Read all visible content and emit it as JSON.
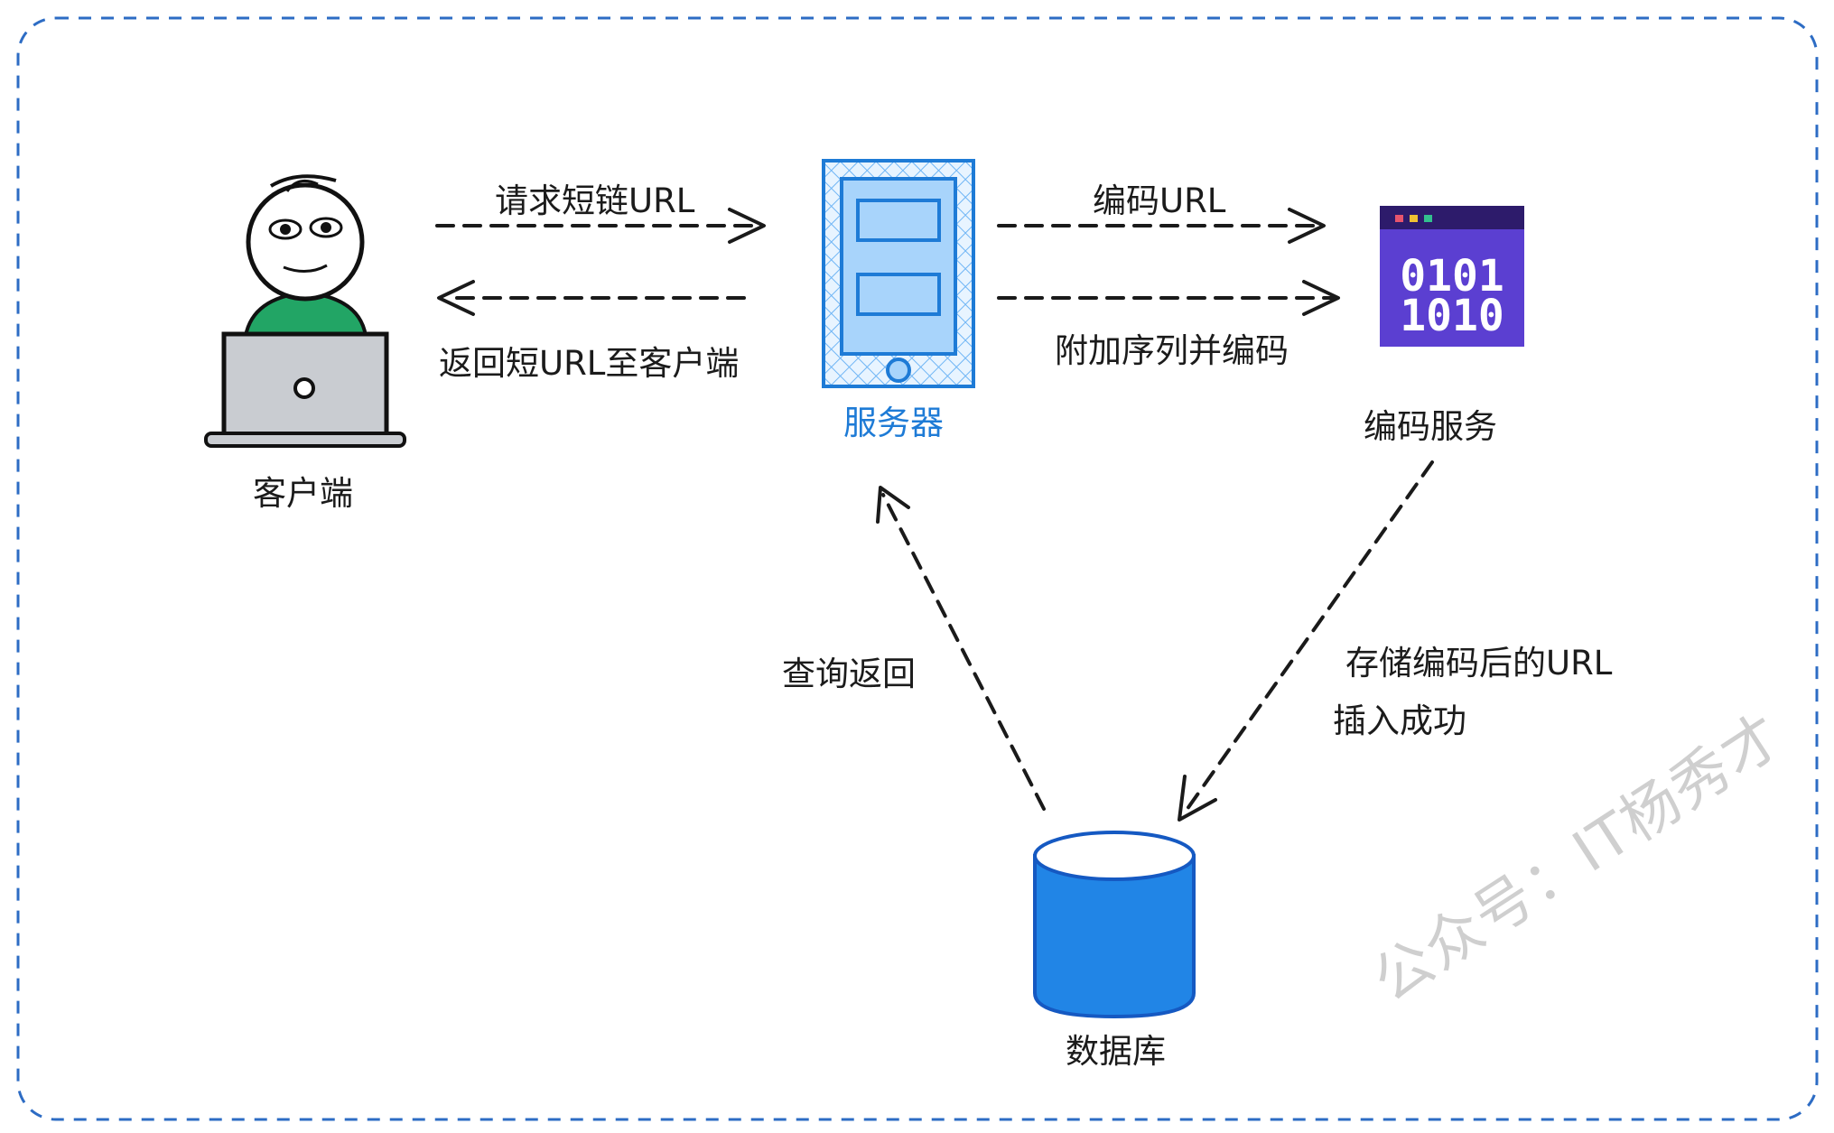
{
  "nodes": {
    "client": {
      "label": "客户端",
      "icon": "person-at-laptop-icon"
    },
    "server": {
      "label": "服务器",
      "icon": "server-device-icon"
    },
    "encoder": {
      "label": "编码服务",
      "icon": "binary-code-window-icon",
      "icon_text_line1": "0101",
      "icon_text_line2": "1010"
    },
    "database": {
      "label": "数据库",
      "icon": "database-cylinder-icon"
    }
  },
  "edges": {
    "request_short_url": "请求短链URL",
    "return_short_url": "返回短URL至客户端",
    "encode_url": "编码URL",
    "append_sequence": "附加序列并编码",
    "store_encoded_url": "存储编码后的URL",
    "insert_success": "插入成功",
    "query_return": "查询返回"
  },
  "watermark": "公众号：IT杨秀才",
  "colors": {
    "frame_dash": "#2d6cc4",
    "arrow": "#1a1a1a",
    "server_blue": "#1e7bd6",
    "server_fill": "#a8d4fb",
    "encoder_purple": "#5b3fd1",
    "encoder_header": "#2d1b6b",
    "database_blue": "#2185e6",
    "person_green": "#22a565",
    "laptop_gray": "#c9ccd1"
  }
}
